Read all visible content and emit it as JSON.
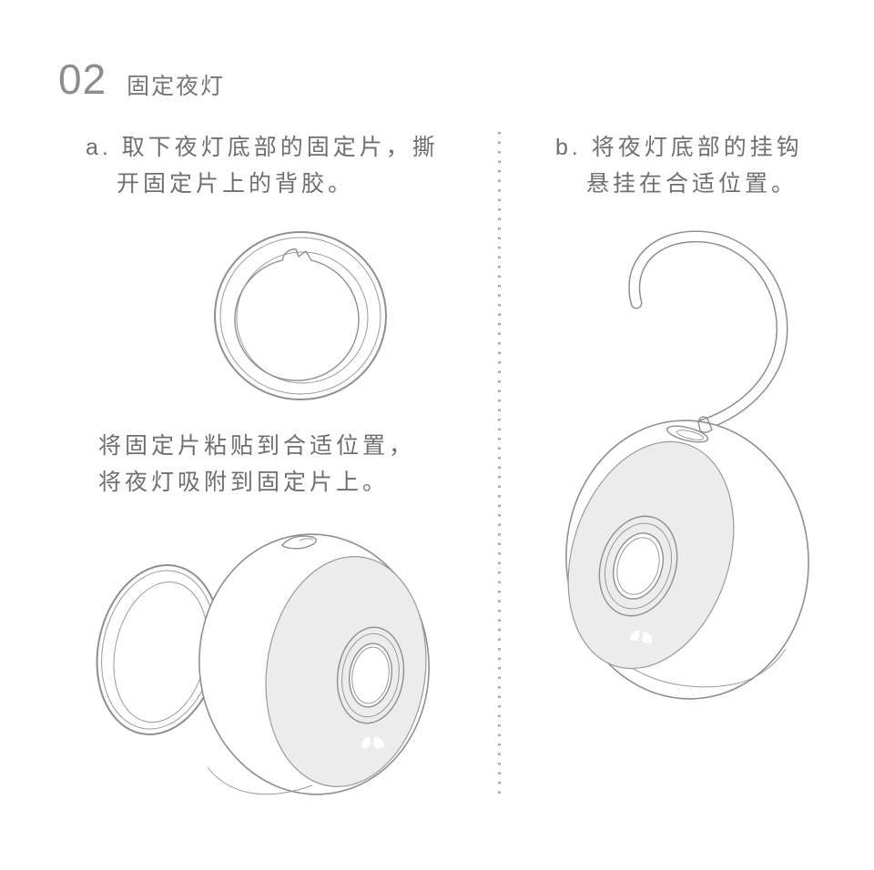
{
  "header": {
    "number": "02",
    "title": "固定夜灯"
  },
  "left_column": {
    "step_a": {
      "line1": "a. 取下夜灯底部的固定片，撕",
      "line2": "开固定片上的背胶。"
    },
    "caption": {
      "line1": "将固定片粘贴到合适位置，",
      "line2": "将夜灯吸附到固定片上。"
    }
  },
  "right_column": {
    "step_b": {
      "line1": "b. 将夜灯底部的挂钩",
      "line2": "悬挂在合适位置。"
    }
  },
  "illustrations": {
    "fixing_plate": "fixing-plate-ring-with-peeling-adhesive",
    "light_with_plate": "night-light-attaching-to-fixing-plate",
    "light_with_hook": "night-light-hanging-from-hook",
    "logo": "yeelight-logo"
  },
  "colors": {
    "background": "#ffffff",
    "line_art_stroke": "#8f8f8f",
    "device_face_fill": "#ececec",
    "body_text": "#6f6f6f",
    "heading_text": "#8d8d8d",
    "divider_dots": "#adadad",
    "logo_mark": "#ffffff"
  }
}
